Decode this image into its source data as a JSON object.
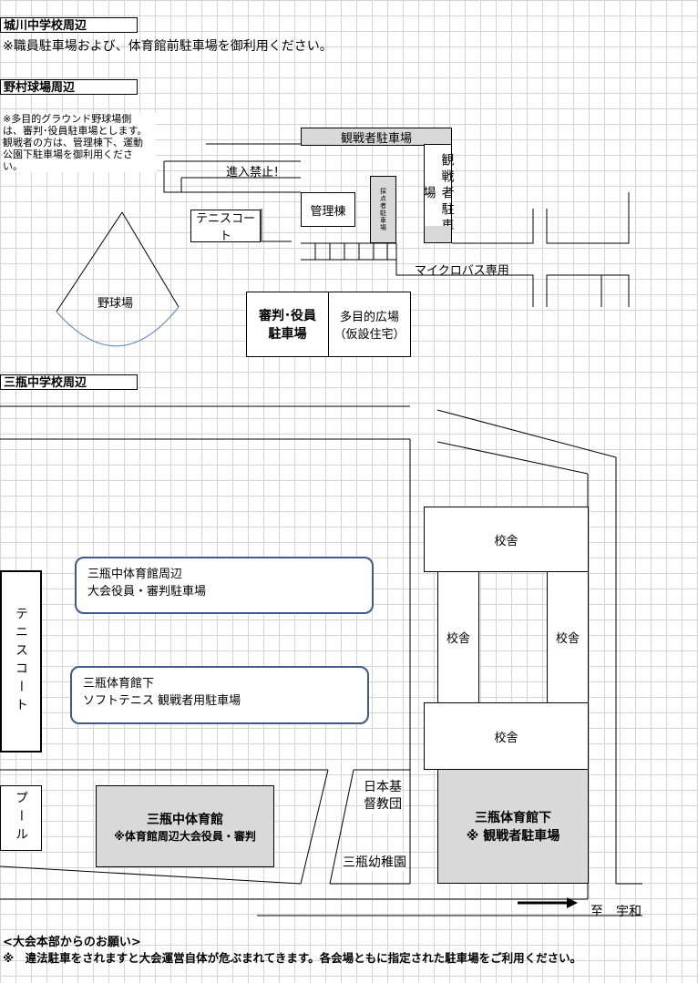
{
  "jokawa": {
    "title": "城川中学校周辺",
    "note": "※職員駐車場および、体育館前駐車場を御利用ください。"
  },
  "nomura": {
    "title": "野村球場周辺",
    "note_lines": [
      "※多目的グラウンド野球場側",
      "は、審判･役員駐車場とします。",
      "観戦者の方は、管理棟下、運動",
      "公園下駐車場を御利用くださ",
      "い。"
    ],
    "spectator_parking_top": "観戦者駐車場",
    "spectator_parking_side": "観戦者駐車場",
    "no_entry": "進入禁止！",
    "tennis_court": "テニスコート",
    "admin_building": "管理棟",
    "small_parking": "採点者駐車場",
    "microbus": "マイクロバス専用",
    "baseball_field": "野球場",
    "referee_parking_line1": "審判･役員",
    "referee_parking_line2": "駐車場",
    "plaza_line1": "多目的広場",
    "plaza_line2": "（仮設住宅）"
  },
  "mikame": {
    "title": "三瓶中学校周辺",
    "school_building_top": "校舎",
    "school_building_left": "校舎",
    "school_building_right": "校舎",
    "school_building_bottom": "校舎",
    "gym_area_parking_line1": "三瓶中体育館周辺",
    "gym_area_parking_line2": "大会役員・審判駐車場",
    "gym_below_parking_line1": "三瓶体育館下",
    "gym_below_parking_line2": "ソフトテニス 観戦者用駐車場",
    "tennis_court": "テニスコート",
    "pool": "プール",
    "gym_name": "三瓶中体育館",
    "gym_note": "※体育館周辺大会役員・審判",
    "church_line1": "日本基",
    "church_line2": "督教団",
    "kindergarten": "三瓶幼稚園",
    "spectator_lot_line1": "三瓶体育館下",
    "spectator_lot_line2": "※ 観戦者駐車場",
    "direction": "至　宇和"
  },
  "footer": {
    "heading": "<大会本部からのお願い>",
    "message": "※　違法駐車をされますと大会運営自体が危ぶまれてきます。各会場ともに指定された駐車場をご利用ください。"
  },
  "colors": {
    "grid": "#d4d4d4",
    "gray_fill": "#d9d9d9",
    "rounded_border": "#3d5b86",
    "baseball_arc": "#6b8fc4"
  }
}
